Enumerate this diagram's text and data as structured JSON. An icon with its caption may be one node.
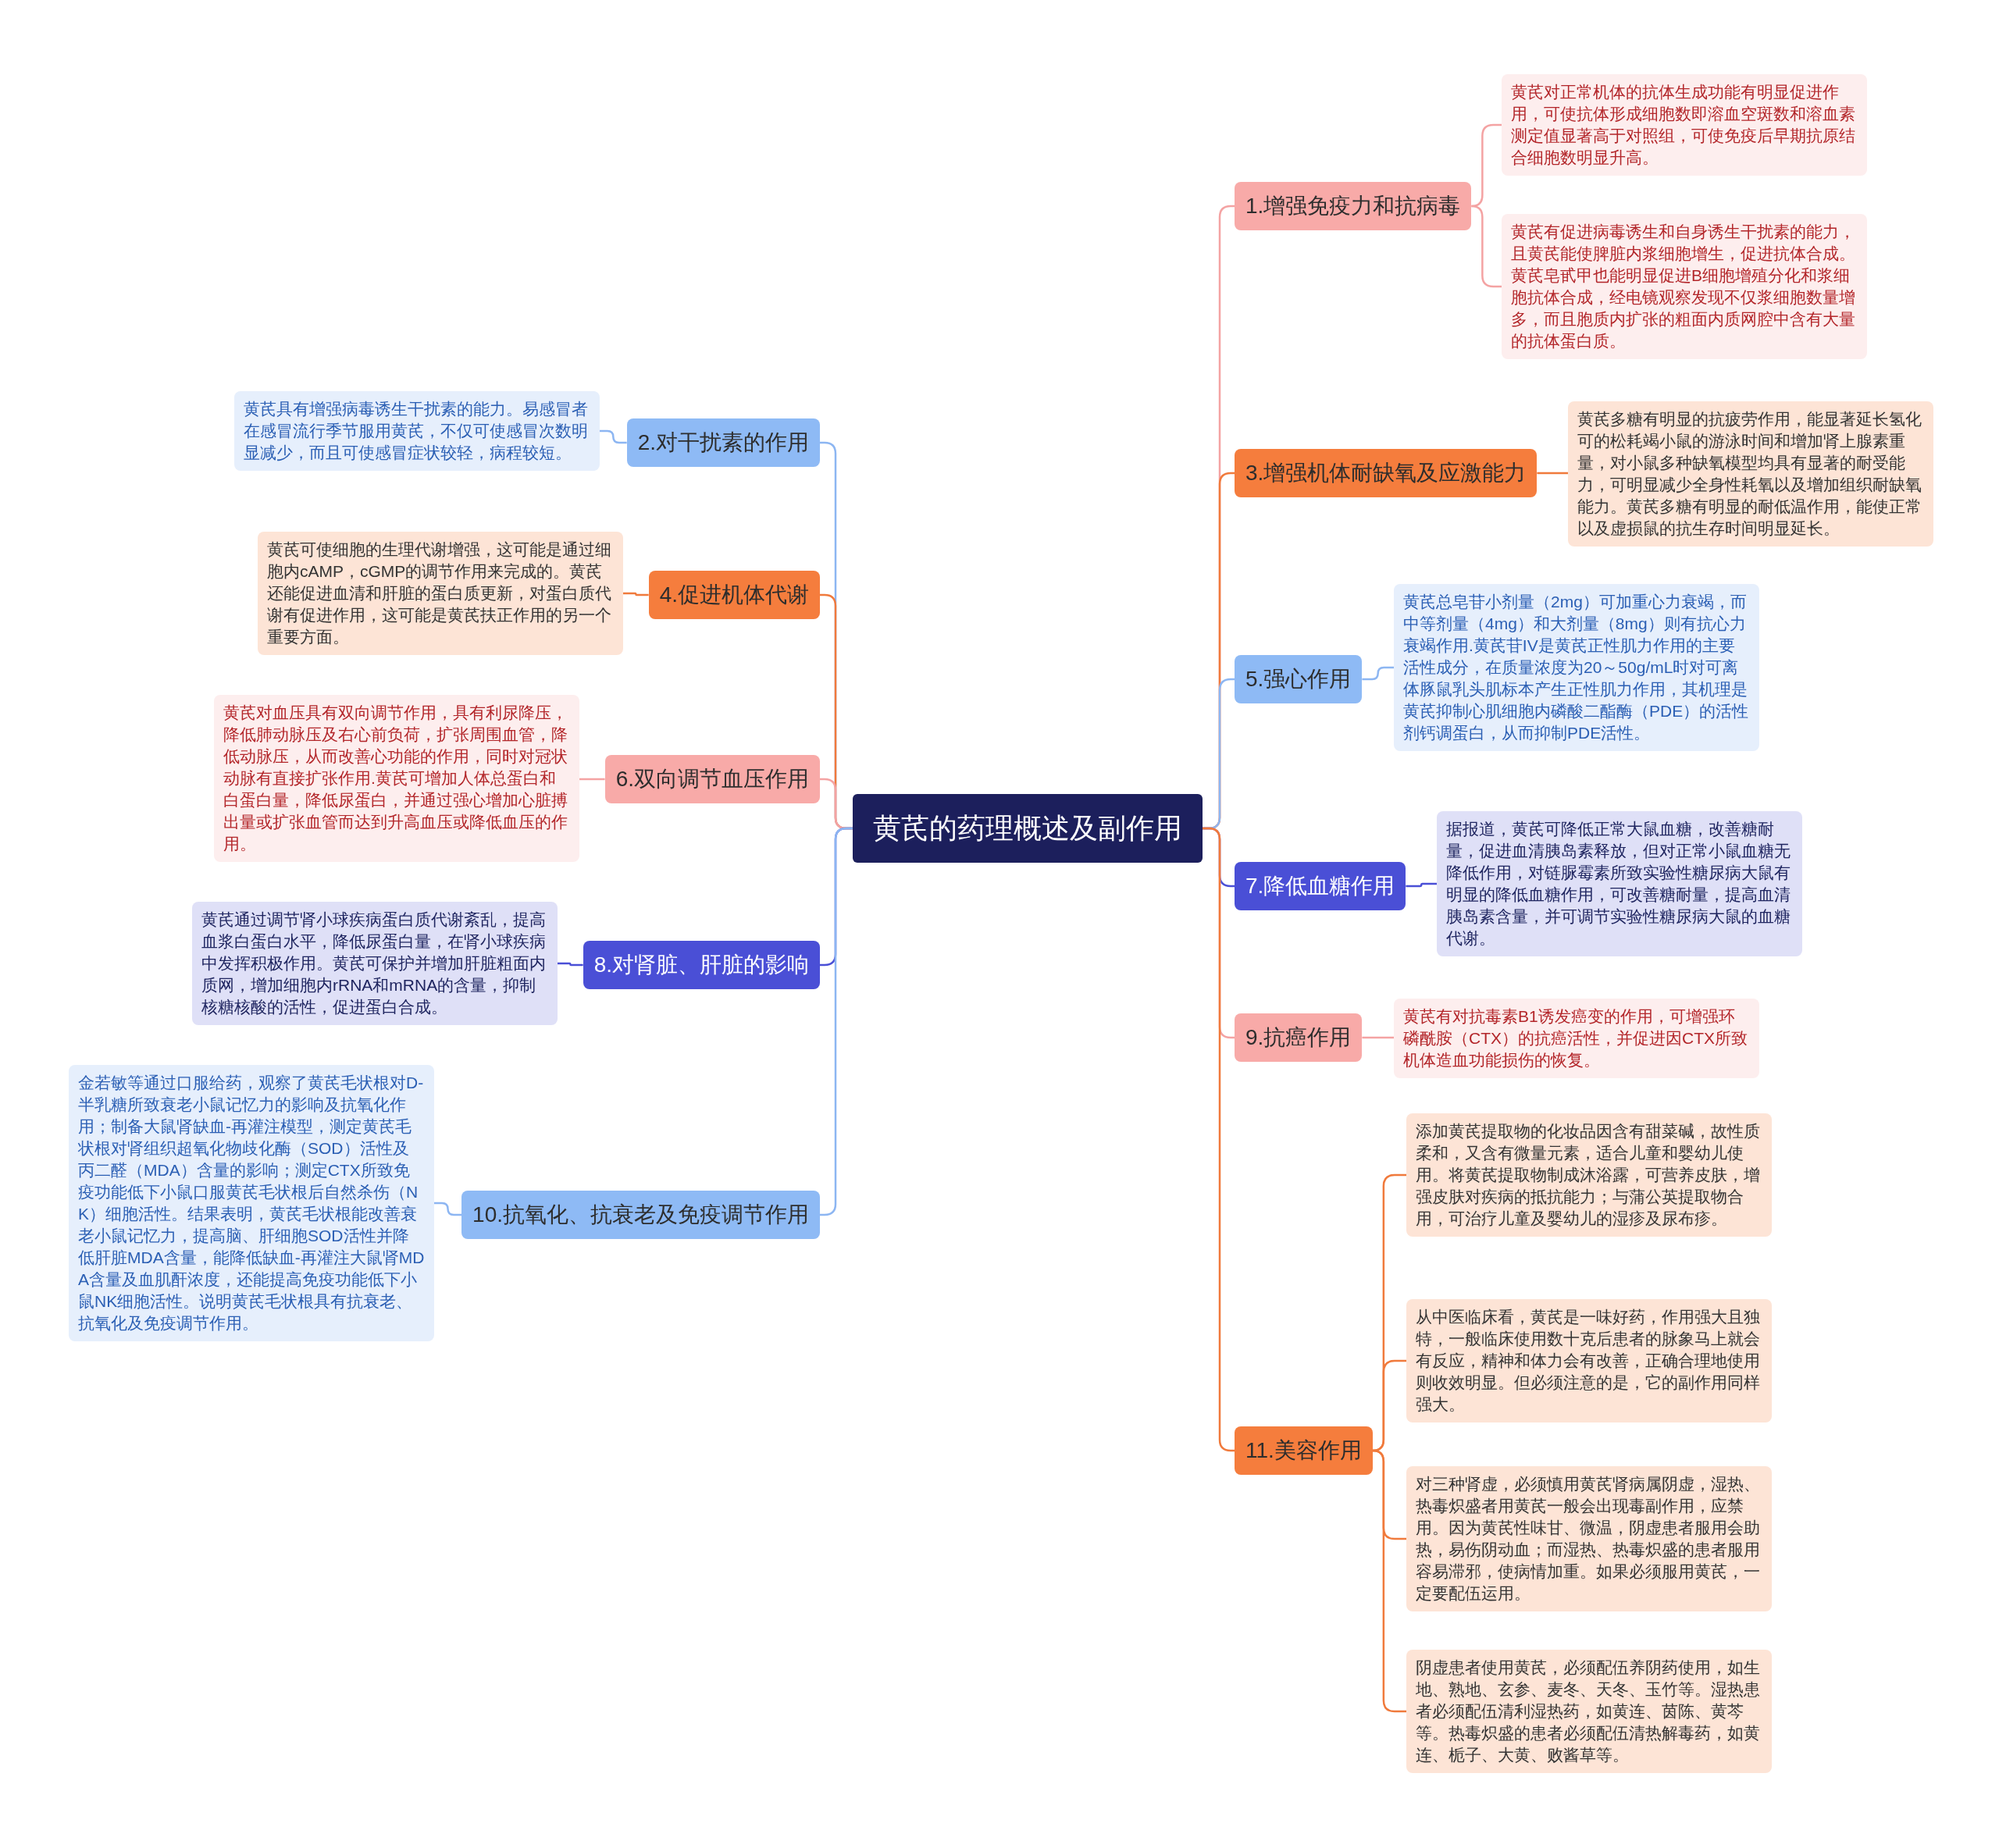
{
  "diagram": {
    "nodes": [
      {
        "text": [
          "黄芪的药理概述及副作用"
        ]
      },
      {
        "text": [
          "1.增强免疫力和抗病毒"
        ]
      },
      {
        "text": [
          "黄芪对正常机体的抗体生成功能有明显促进作用，可使抗体形成细胞数即溶血空斑数和溶血素测定值显著高于对照组，可使免疫后早期抗原结合细胞数明显升高。"
        ]
      },
      {
        "text": [
          "黄芪有促进病毒诱生和自身诱生干扰素的能力，且黄芪能使脾脏内浆细胞增生，促进抗体合成。黄芪皂甙甲也能明显促进B细胞增殖分化和浆细胞抗体合成，经电镜观察发现不仅浆细胞数量增多，而且胞质内扩张的粗面内质网腔中含有大量的抗体蛋白质。"
        ]
      },
      {
        "text": [
          "2.对干扰素的作用"
        ]
      },
      {
        "text": [
          "黄芪具有增强病毒诱生干扰素的能力。易感冒者在感冒流行季节服用黄芪，不仅可使感冒次数明显减少，而且可使感冒症状较轻，病程较短。"
        ]
      },
      {
        "text": [
          "3.增强机体耐缺氧及应激能力"
        ]
      },
      {
        "text": [
          "黄芪多糖有明显的抗疲劳作用，能显著延长氢化可的松耗竭小鼠的游泳时间和增加肾上腺素重量，对小鼠多种缺氧模型均具有显著的耐受能力，可明显减少全身性耗氧以及增加组织耐缺氧能力。黄芪多糖有明显的耐低温作用，能使正常以及虚损鼠的抗生存时间明显延长。"
        ]
      },
      {
        "text": [
          "4.促进机体代谢"
        ]
      },
      {
        "text": [
          "黄芪可使细胞的生理代谢增强，这可能是通过细胞内cAMP，cGMP的调节作用来完成的。黄芪还能促进血清和肝脏的蛋白质更新，对蛋白质代谢有促进作用，这可能是黄芪扶正作用的另一个重要方面。"
        ]
      },
      {
        "text": [
          "5.强心作用"
        ]
      },
      {
        "text": [
          "黄芪总皂苷小剂量（2mg）可加重心力衰竭，而中等剂量（4mg）和大剂量（8mg）则有抗心力衰竭作用.黄芪苷IV是黄芪正性肌力作用的主要活性成分，在质量浓度为20～50g/mL时对可离体豚鼠乳头肌标本产生正性肌力作用，其机理是黄芪抑制心肌细胞内磷酸二酯酶（PDE）的活性剂钙调蛋白，从而抑制PDE活性。"
        ]
      },
      {
        "text": [
          "6.双向调节血压作用"
        ]
      },
      {
        "text": [
          "黄芪对血压具有双向调节作用，具有利尿降压，降低肺动脉压及右心前负荷，扩张周围血管，降低动脉压，从而改善心功能的作用，同时对冠状动脉有直接扩张作用.黄芪可增加人体总蛋白和白蛋白量，降低尿蛋白，并通过强心增加心脏搏出量或扩张血管而达到升高血压或降低血压的作用。"
        ]
      },
      {
        "text": [
          "7.降低血糖作用"
        ]
      },
      {
        "text": [
          "据报道，黄芪可降低正常大鼠血糖，改善糖耐量，促进血清胰岛素释放，但对正常小鼠血糖无降低作用，对链脲霉素所致实验性糖尿病大鼠有明显的降低血糖作用，可改善糖耐量，提高血清胰岛素含量，并可调节实验性糖尿病大鼠的血糖代谢。"
        ]
      },
      {
        "text": [
          "8.对肾脏、肝脏的影响"
        ]
      },
      {
        "text": [
          "黄芪通过调节肾小球疾病蛋白质代谢紊乱，提高血浆白蛋白水平，降低尿蛋白量，在肾小球疾病中发挥积极作用。黄芪可保护并增加肝脏粗面内质网，增加细胞内rRNA和mRNA的含量，抑制核糖核酸的活性，促进蛋白合成。"
        ]
      },
      {
        "text": [
          "9.抗癌作用"
        ]
      },
      {
        "text": [
          "黄芪有对抗毒素B1诱发癌变的作用，可增强环磷酰胺（CTX）的抗癌活性，并促进因CTX所致机体造血功能损伤的恢复。"
        ]
      },
      {
        "text": [
          "10.抗氧化、抗衰老及免疫调节作用"
        ]
      },
      {
        "text": [
          "金若敏等通过口服给药，观察了黄芪毛状根对D-半乳糖所致衰老小鼠记忆力的影响及抗氧化作用；制备大鼠肾缺血-再灌注模型，测定黄芪毛状根对肾组织超氧化物歧化酶（SOD）活性及丙二醛（MDA）含量的影响；测定CTX所致免疫功能低下小鼠口服黄芪毛状根后自然杀伤（NK）细胞活性。结果表明，黄芪毛状根能改善衰老小鼠记忆力，提高脑、肝细胞SOD活性并降低肝脏MDA含量，能降低缺血-再灌注大鼠肾MDA含量及血肌酐浓度，还能提高免疫功能低下小鼠NK细胞活性。说明黄芪毛状根具有抗衰老、抗氧化及免疫调节作用。"
        ]
      },
      {
        "text": [
          "11.美容作用"
        ]
      },
      {
        "text": [
          "添加黄芪提取物的化妆品因含有甜菜碱，故性质柔和，又含有微量元素，适合儿童和婴幼儿使用。将黄芪提取物制成沐浴露，可营养皮肤，增强皮肤对疾病的抵抗能力；与蒲公英提取物合用，可治疗儿童及婴幼儿的湿疹及尿布疹。"
        ]
      },
      {
        "text": [
          "从中医临床看，黄芪是一味好药，作用强大且独特，一般临床使用数十克后患者的脉象马上就会有反应，精神和体力会有改善，正确合理地使用则收效明显。但必须注意的是，它的副作用同样强大。"
        ]
      },
      {
        "text": [
          "对三种肾虚，必须慎用黄芪肾病属阴虚，湿热、热毒炽盛者用黄芪一般会出现毒副作用，应禁用。因为黄芪性味甘、微温，阴虚患者服用会助热，易伤阴动血；而湿热、热毒炽盛的患者服用容易滞邪，使病情加重。如果必须服用黄芪，一定要配伍运用。"
        ]
      },
      {
        "text": [
          "阴虚患者使用黄芪，必须配伍养阴药使用，如生地、熟地、玄参、麦冬、天冬、玉竹等。湿热患者必须配伍清利湿热药，如黄连、茵陈、黄芩等。热毒炽盛的患者必须配伍清热解毒药，如黄连、栀子、大黄、败酱草等。"
        ]
      }
    ],
    "edges": [
      {
        "from": 0,
        "to": 1,
        "arrow": "none",
        "color": "#f4a3a3"
      },
      {
        "from": 1,
        "to": 2,
        "arrow": "none",
        "color": "#f4a3a3"
      },
      {
        "from": 1,
        "to": 3,
        "arrow": "none",
        "color": "#f4a3a3"
      },
      {
        "from": 0,
        "to": 4,
        "arrow": "none",
        "color": "#8db6f2"
      },
      {
        "from": 4,
        "to": 5,
        "arrow": "none",
        "color": "#8db6f2"
      },
      {
        "from": 0,
        "to": 6,
        "arrow": "none"
      },
      {
        "from": 6,
        "to": 7,
        "arrow": "none"
      },
      {
        "from": 0,
        "to": 8,
        "arrow": "none"
      },
      {
        "from": 8,
        "to": 9,
        "arrow": "none"
      },
      {
        "from": 0,
        "to": 10,
        "arrow": "none",
        "color": "#8db6f2"
      },
      {
        "from": 10,
        "to": 11,
        "arrow": "none",
        "color": "#8db6f2"
      },
      {
        "from": 0,
        "to": 12,
        "arrow": "none",
        "color": "#f4a3a3"
      },
      {
        "from": 12,
        "to": 13,
        "arrow": "none",
        "color": "#f4a3a3"
      },
      {
        "from": 0,
        "to": 14,
        "arrow": "none",
        "color": "#4a4fd6"
      },
      {
        "from": 14,
        "to": 15,
        "arrow": "none",
        "color": "#4a4fd6"
      },
      {
        "from": 0,
        "to": 16,
        "arrow": "none",
        "color": "#4a4fd6"
      },
      {
        "from": 16,
        "to": 17,
        "arrow": "none",
        "color": "#4a4fd6"
      },
      {
        "from": 0,
        "to": 18,
        "arrow": "none",
        "color": "#f4a3a3"
      },
      {
        "from": 18,
        "to": 19,
        "arrow": "none",
        "color": "#f4a3a3"
      },
      {
        "from": 0,
        "to": 20,
        "arrow": "none",
        "color": "#8db6f2"
      },
      {
        "from": 20,
        "to": 21,
        "arrow": "none",
        "color": "#8db6f2"
      },
      {
        "from": 0,
        "to": 22,
        "arrow": "none"
      },
      {
        "from": 22,
        "to": 23,
        "arrow": "none"
      },
      {
        "from": 22,
        "to": 24,
        "arrow": "none"
      },
      {
        "from": 22,
        "to": 25,
        "arrow": "none"
      },
      {
        "from": 22,
        "to": 26,
        "arrow": "none"
      }
    ]
  }
}
